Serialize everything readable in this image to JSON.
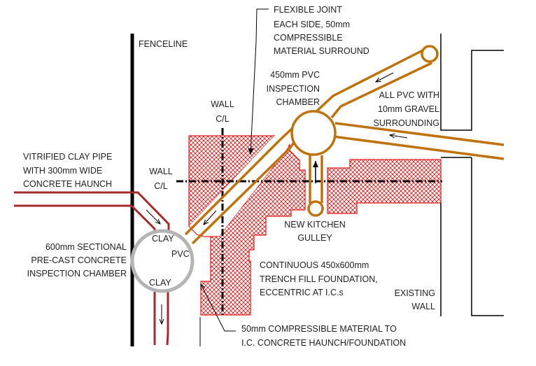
{
  "title": "Drainage detail plan at fenceline and existing wall",
  "colors": {
    "fence": "#000000",
    "clay_pipe": "#a52a2a",
    "pvc_pipe": "#c0720a",
    "foundation_hatch": "#e8191a",
    "precast_chamber": "#b4b4b4",
    "wall": "#000000",
    "text": "#222222"
  },
  "labels": {
    "fenceline": "FENCELINE",
    "wall_cl_vertical": [
      "WALL",
      "C/L"
    ],
    "wall_cl_horizontal": [
      "WALL",
      "C/L"
    ],
    "flexible_joint": [
      "FLEXIBLE JOINT",
      "EACH SIDE, 50mm",
      "COMPRESSIBLE",
      "MATERIAL SURROUND"
    ],
    "pvc_chamber": [
      "450mm PVC",
      "INSPECTION",
      "CHAMBER"
    ],
    "all_pvc": [
      "ALL PVC WITH",
      "10mm GRAVEL",
      "SURROUNDING"
    ],
    "clay_pipe": [
      "VITRIFIED CLAY PIPE",
      "WITH 300mm WIDE",
      "CONCRETE HAUNCH"
    ],
    "precast_chamber": [
      "600mm SECTIONAL",
      "PRE-CAST CONCRETE",
      "INSPECTION CHAMBER"
    ],
    "clay_top": "CLAY",
    "pvc_inlet": "PVC",
    "clay_bottom": "CLAY",
    "kitchen_gulley": [
      "NEW KITCHEN",
      "GULLEY"
    ],
    "foundation": [
      "CONTINUOUS 450x600mm",
      "TRENCH FILL FOUNDATION,",
      "ECCENTRIC AT I.C.s"
    ],
    "existing_wall": [
      "EXISTING",
      "WALL"
    ],
    "compressible": [
      "50mm COMPRESSIBLE MATERIAL TO",
      "I.C. CONCRETE HAUNCH/FOUNDATION"
    ]
  },
  "flow_arrows": [
    {
      "name": "flow-arrow-upper-pvc",
      "direction": "down-left"
    },
    {
      "name": "flow-arrow-right-pvc",
      "direction": "left"
    },
    {
      "name": "flow-arrow-gulley",
      "direction": "up"
    },
    {
      "name": "flow-arrow-diagonal-pvc",
      "direction": "down-left"
    },
    {
      "name": "flow-arrow-clay-inlet",
      "direction": "down-right"
    },
    {
      "name": "flow-arrow-clay-outlet",
      "direction": "down"
    }
  ]
}
